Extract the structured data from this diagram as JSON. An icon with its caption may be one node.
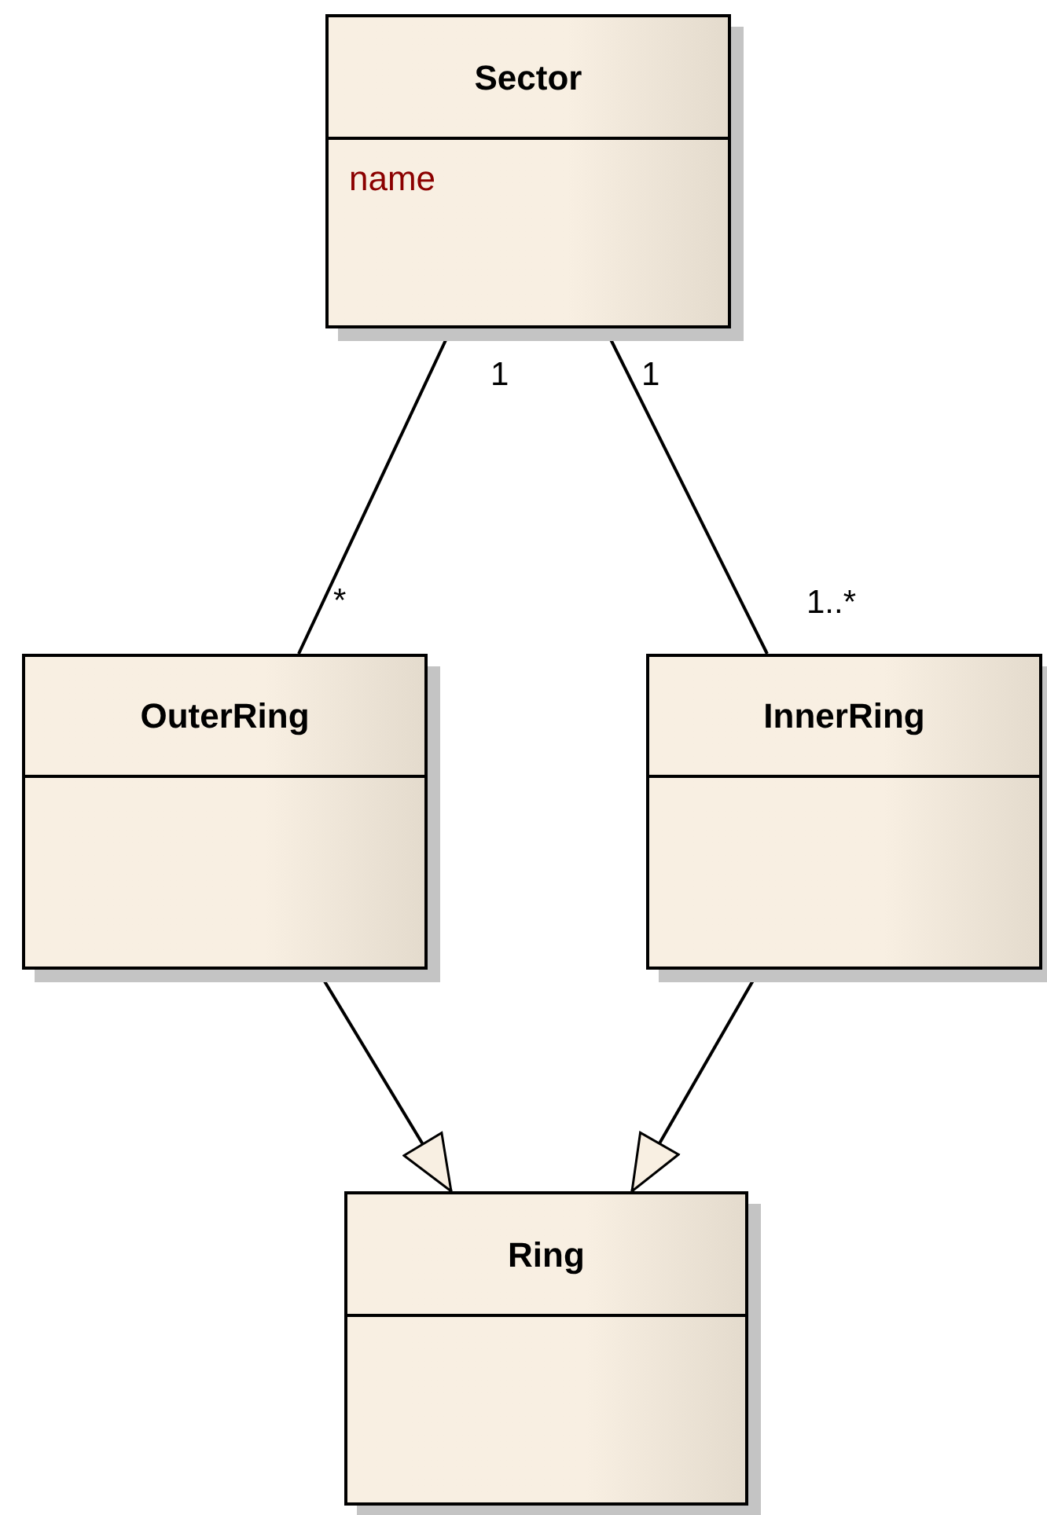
{
  "diagram": {
    "nodes": [
      {
        "text": [
          "Sector",
          "name"
        ]
      },
      {
        "text": [
          "OuterRing"
        ]
      },
      {
        "text": [
          "InnerRing"
        ]
      },
      {
        "text": [
          "Ring"
        ]
      }
    ],
    "edges": [
      {
        "from": 0,
        "to": 1,
        "arrow": "none"
      },
      {
        "from": 0,
        "to": 2,
        "arrow": "none"
      },
      {
        "from": 1,
        "to": 3,
        "arrow": "to"
      },
      {
        "from": 2,
        "to": 3,
        "arrow": "to"
      }
    ],
    "labels": [
      "1",
      "1",
      "*",
      "1..*"
    ]
  }
}
